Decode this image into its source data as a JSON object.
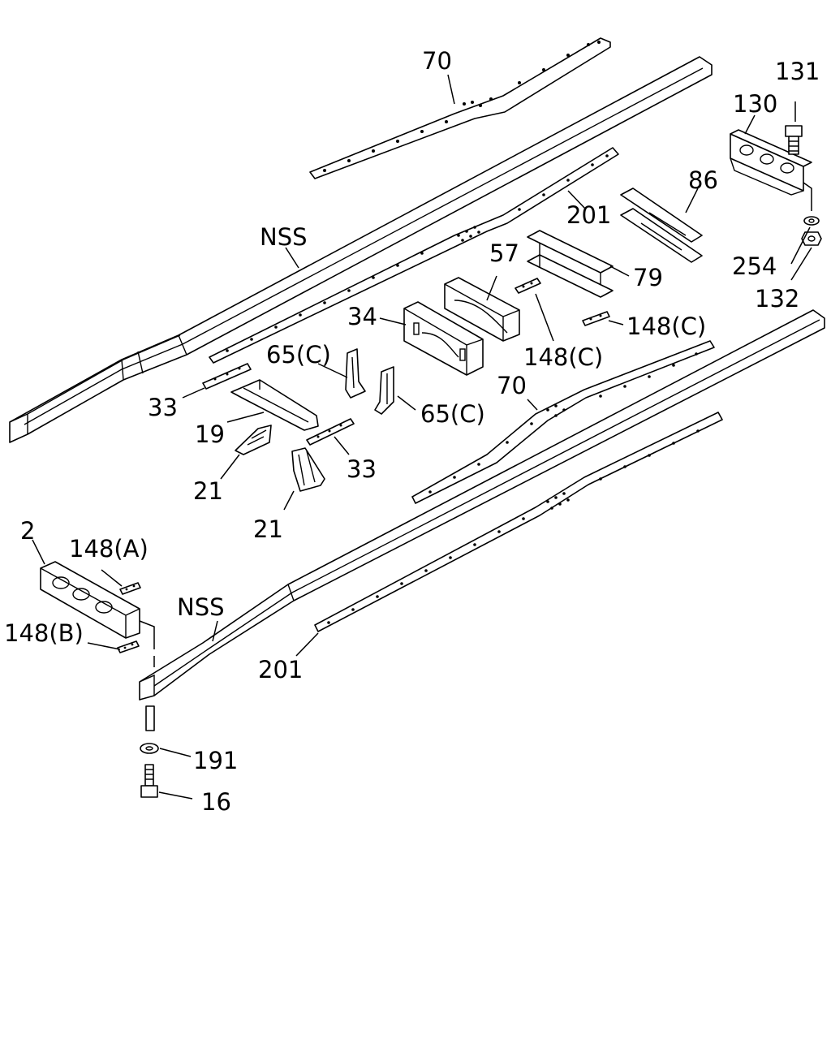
{
  "labels": {
    "p70_top": "70",
    "p131": "131",
    "p130": "130",
    "p86": "86",
    "p201_top": "201",
    "nss_top": "NSS",
    "p57": "57",
    "p79": "79",
    "p254": "254",
    "p132": "132",
    "p34": "34",
    "p148c_right": "148(C)",
    "p148c_mid": "148(C)",
    "p65c_left": "65(C)",
    "p65c_right": "65(C)",
    "p70_mid": "70",
    "p33_left": "33",
    "p19": "19",
    "p33_mid": "33",
    "p21_left": "21",
    "p21_low": "21",
    "p2": "2",
    "p148a": "148(A)",
    "nss_low": "NSS",
    "p148b": "148(B)",
    "p201_low": "201",
    "p191": "191",
    "p16": "16"
  }
}
